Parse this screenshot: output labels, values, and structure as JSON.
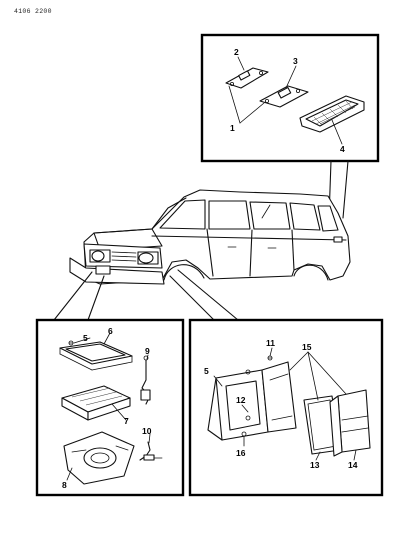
{
  "header": {
    "code": "4106 2200"
  },
  "callouts": {
    "c1": "1",
    "c2": "2",
    "c3": "3",
    "c4": "4",
    "c5": "5",
    "c6": "6",
    "c7": "7",
    "c8": "8",
    "c9": "9",
    "c10": "10",
    "c11": "11",
    "c12": "12",
    "c13": "13",
    "c14": "14",
    "c15": "15",
    "c16": "16",
    "c5b": "5"
  }
}
